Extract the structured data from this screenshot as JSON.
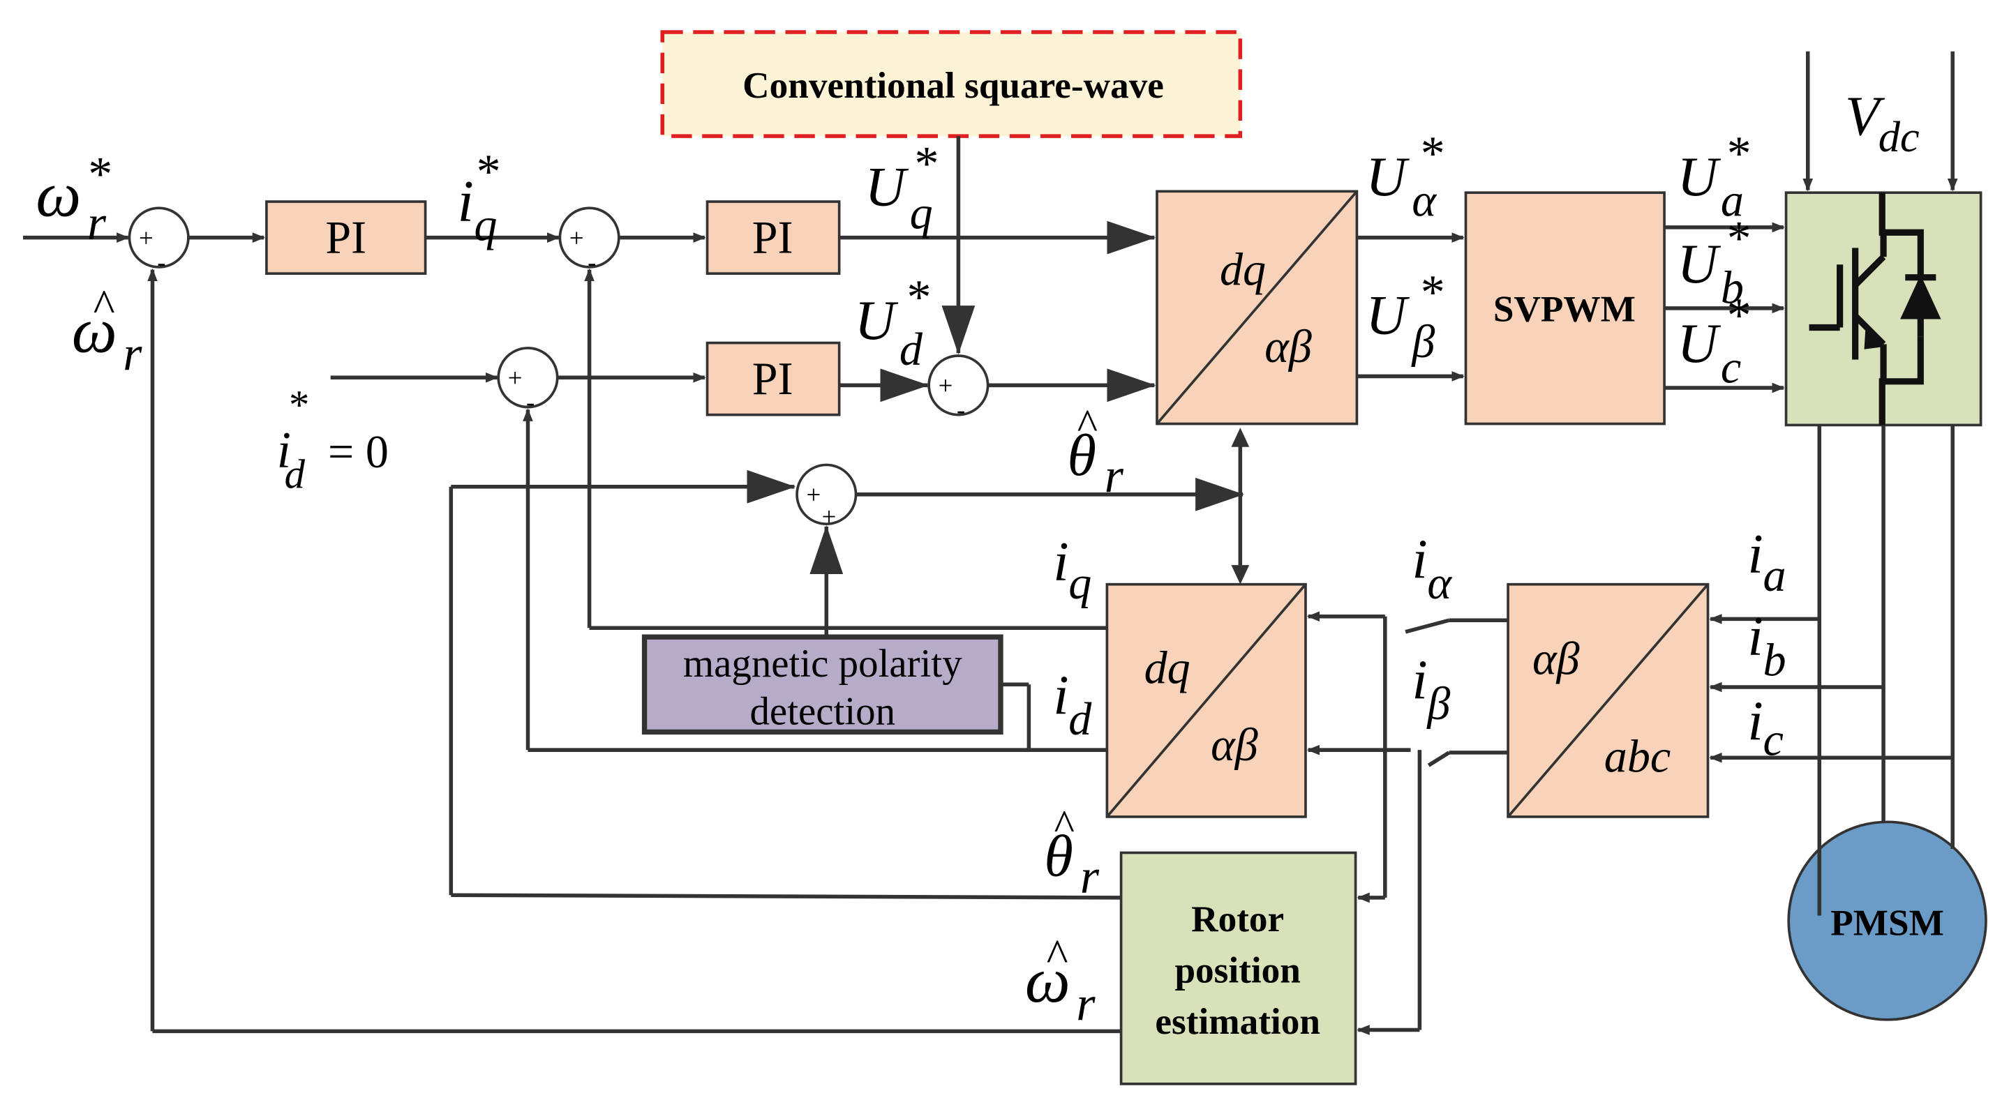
{
  "colors": {
    "line": "#333333",
    "peach_block": "#f8d3b9",
    "green_block": "#d7e1ba",
    "purple_block": "#b6acca",
    "pmsm_fill": "#6b9cc8",
    "square_wave_fill": "#fdf3d6",
    "square_wave_border": "#e02020"
  },
  "blocks": {
    "square_wave": "Conventional square-wave",
    "pi_speed": "PI",
    "pi_q": "PI",
    "pi_d": "PI",
    "svpwm": "SVPWM",
    "mag_line1": "magnetic polarity",
    "mag_line2": "detection",
    "rotor_line1": "Rotor",
    "rotor_line2": "position",
    "rotor_line3": "estimation",
    "pmsm": "PMSM"
  },
  "transforms": {
    "dq": "dq",
    "alphabeta": "αβ",
    "abc": "abc"
  },
  "signals": {
    "omega": "ω",
    "theta": "θ",
    "hat": "^",
    "i": "i",
    "U": "U",
    "V": "V",
    "star": "*",
    "sub_r": "r",
    "sub_q": "q",
    "sub_d": "d",
    "sub_a": "a",
    "sub_b": "b",
    "sub_c": "c",
    "sub_alpha": "α",
    "sub_beta": "β",
    "sub_dc": "dc",
    "id_eq_zero": "= 0"
  },
  "signs": {
    "plus": "+",
    "minus": "-"
  }
}
